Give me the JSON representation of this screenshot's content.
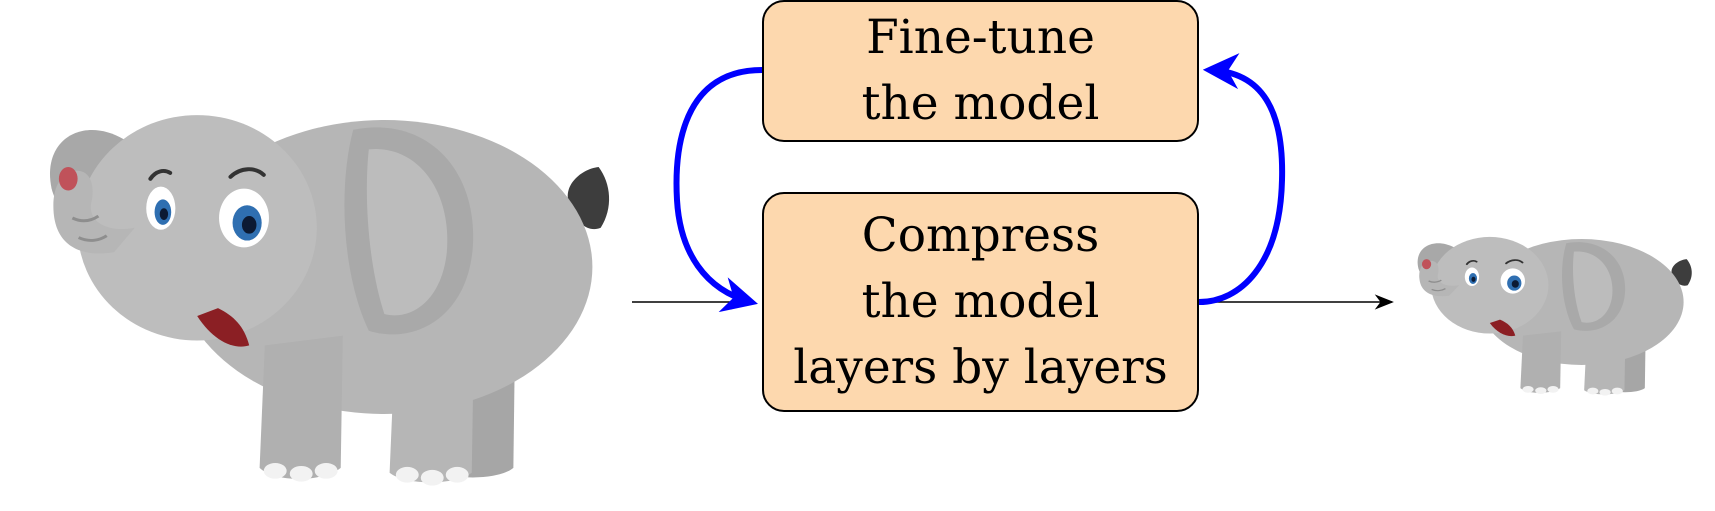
{
  "boxes": {
    "finetune": {
      "lines": [
        "Fine-tune",
        "the model"
      ]
    },
    "compress": {
      "lines": [
        "Compress",
        "the model",
        "layers by layers"
      ]
    }
  },
  "images": {
    "input": "large-elephant-illustration",
    "output": "small-elephant-illustration"
  },
  "colors": {
    "box_fill": "#fdd8ae",
    "box_border": "#000000",
    "loop_arrow": "#0000ff",
    "flow_arrow": "#000000",
    "elephant_body": "#b6b6b6",
    "elephant_dark": "#8e8e8e",
    "tail_tuft": "#3d3d3d"
  }
}
